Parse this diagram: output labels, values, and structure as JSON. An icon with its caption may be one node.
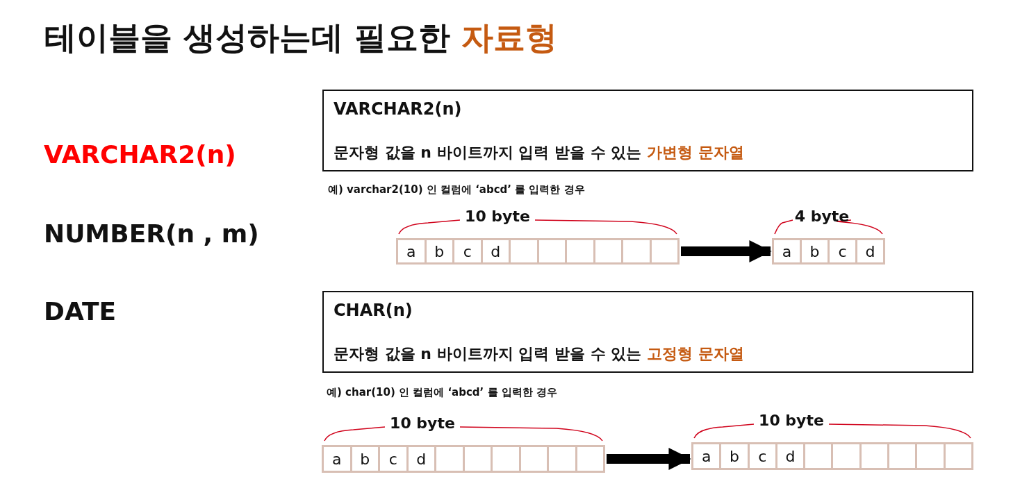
{
  "diagram": {
    "title": "테이블을 생성하는데 필요한 **자료형**",
    "nodes": [
      {
        "text": [
          "VARCHAR2(n)",
          "문자형 값을 n 바이트까지 입력 받을 수 있는 **가변형 문자열**"
        ]
      },
      {
        "text": [],
        "shape": "box",
        "beside": [
          "10 byte"
        ]
      },
      {
        "text": [
          "a"
        ],
        "in": 1
      },
      {
        "text": [
          "b"
        ],
        "in": 1
      },
      {
        "text": [
          "c"
        ],
        "in": 1
      },
      {
        "text": [
          "d"
        ],
        "in": 1
      },
      {
        "text": [],
        "shape": "box",
        "in": 1
      },
      {
        "text": [],
        "shape": "box",
        "in": 1
      },
      {
        "text": [],
        "shape": "box",
        "in": 1
      },
      {
        "text": [],
        "shape": "box",
        "in": 1
      },
      {
        "text": [],
        "shape": "box",
        "in": 1
      },
      {
        "text": [],
        "shape": "box",
        "in": 1
      },
      {
        "text": [],
        "shape": "box",
        "beside": [
          "4 byte"
        ]
      },
      {
        "text": [
          "a"
        ],
        "in": 12
      },
      {
        "text": [
          "b"
        ],
        "in": 12
      },
      {
        "text": [
          "c"
        ],
        "in": 12
      },
      {
        "text": [
          "d"
        ],
        "in": 12
      },
      {
        "text": [
          "CHAR(n)",
          "문자형 값을 n 바이트까지 입력 받을 수 있는 **고정형 문자열**"
        ]
      },
      {
        "text": [],
        "shape": "box",
        "beside": [
          "10 byte"
        ]
      },
      {
        "text": [
          "a"
        ],
        "in": 18
      },
      {
        "text": [
          "b"
        ],
        "in": 18
      },
      {
        "text": [
          "c"
        ],
        "in": 18
      },
      {
        "text": [
          "d"
        ],
        "in": 18
      },
      {
        "text": [],
        "shape": "box",
        "in": 18
      },
      {
        "text": [],
        "shape": "box",
        "in": 18
      },
      {
        "text": [],
        "shape": "box",
        "in": 18
      },
      {
        "text": [],
        "shape": "box",
        "in": 18
      },
      {
        "text": [],
        "shape": "box",
        "in": 18
      },
      {
        "text": [],
        "shape": "box",
        "in": 18
      },
      {
        "text": [],
        "shape": "box",
        "beside": [
          "10 byte"
        ]
      },
      {
        "text": [
          "a"
        ],
        "in": 29
      },
      {
        "text": [
          "b"
        ],
        "in": 29
      },
      {
        "text": [
          "c"
        ],
        "in": 29
      },
      {
        "text": [
          "d"
        ],
        "in": 29
      },
      {
        "text": [],
        "shape": "box",
        "in": 29
      },
      {
        "text": [],
        "shape": "box",
        "in": 29
      },
      {
        "text": [],
        "shape": "box",
        "in": 29
      },
      {
        "text": [],
        "shape": "box",
        "in": 29
      },
      {
        "text": [],
        "shape": "box",
        "in": 29
      },
      {
        "text": [],
        "shape": "box",
        "in": 29
      }
    ],
    "edges": [
      {
        "from": 1,
        "to": 12,
        "arrow": "to"
      },
      {
        "from": 18,
        "to": 29,
        "arrow": "to"
      }
    ],
    "labels": [
      "VARCHAR2(n)",
      "NUMBER(n , m)",
      "DATE",
      "예) varchar2(10) 인 컬럼에 ‘abcd’ 를 입력한 경우",
      "예) char(10) 인 컬럼에 ‘abcd’ 를 입력한 경우"
    ]
  }
}
